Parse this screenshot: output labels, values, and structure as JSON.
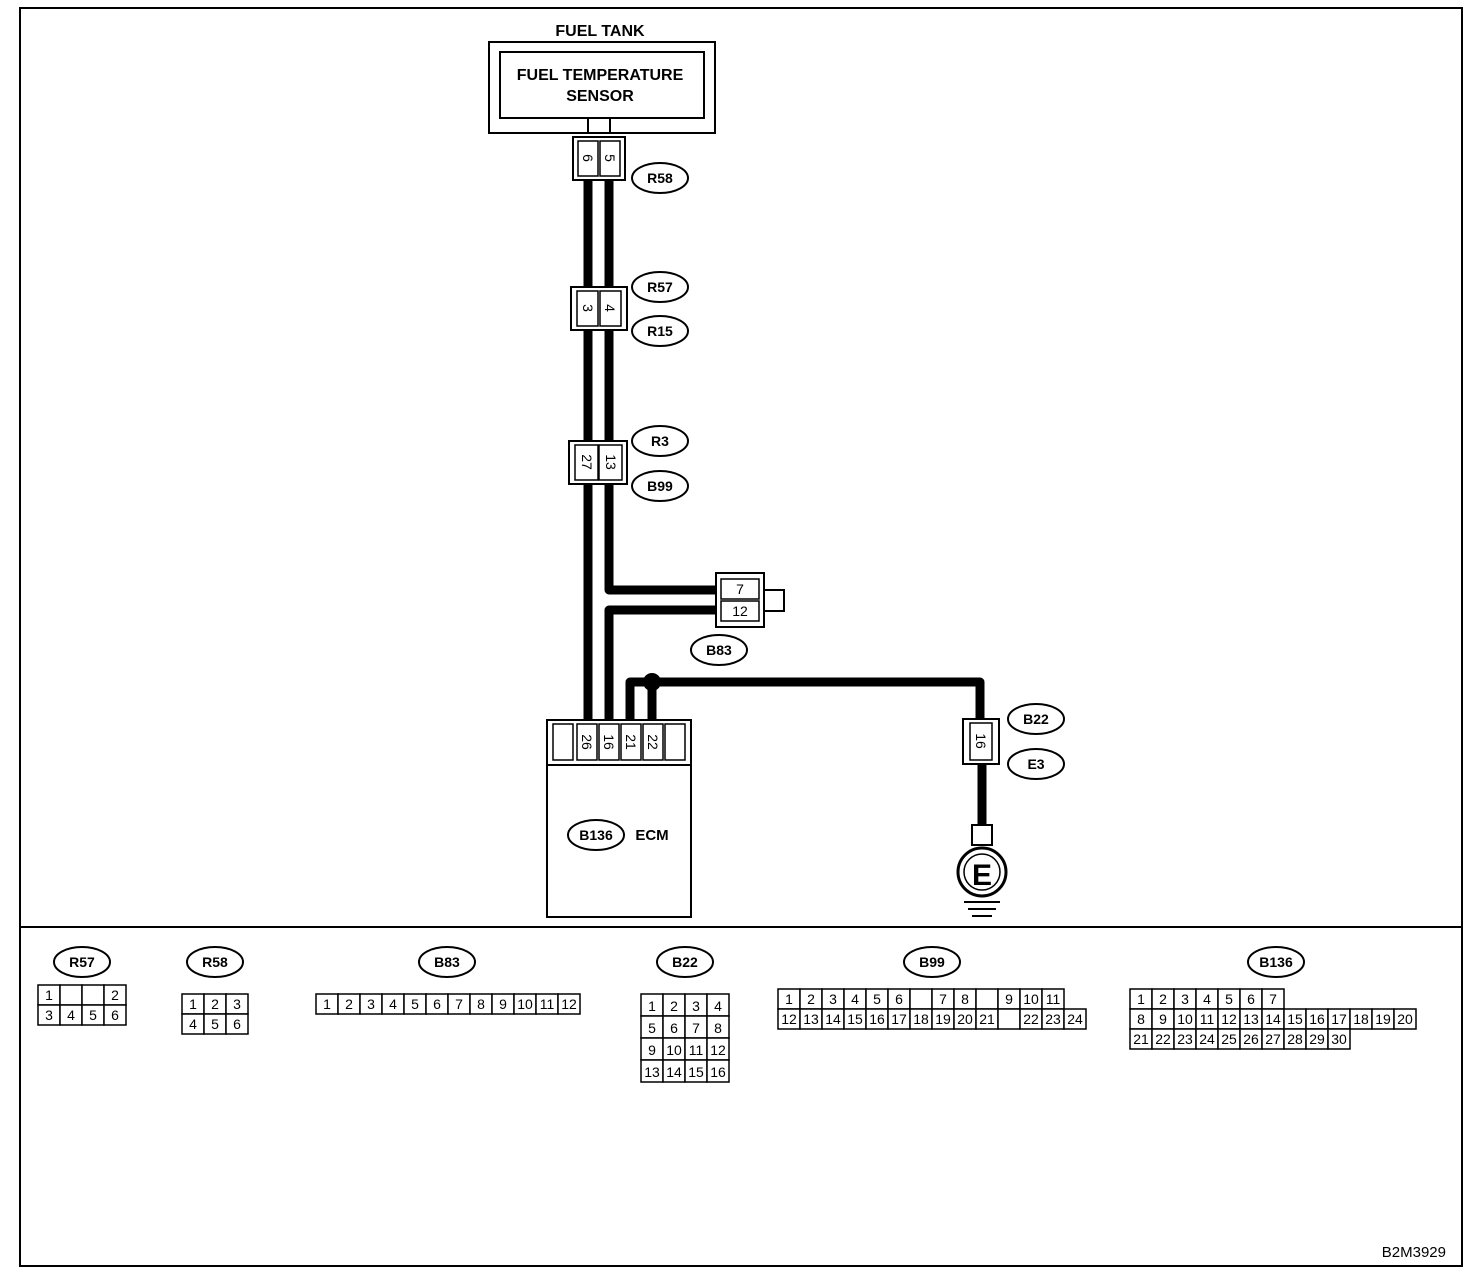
{
  "diagram": {
    "fuel_tank_label": "FUEL TANK",
    "sensor_label_line1": "FUEL TEMPERATURE",
    "sensor_label_line2": "SENSOR",
    "ecm_label": "ECM",
    "ground_label": "E",
    "figure_code": "B2M3929",
    "connector_tags": [
      "R58",
      "R57",
      "R15",
      "R3",
      "B99",
      "B83",
      "B22",
      "E3",
      "B136"
    ],
    "r58_pins": [
      "6",
      "5"
    ],
    "r57_r15_pins": [
      "3",
      "4"
    ],
    "r3_b99_pins": [
      "27",
      "13"
    ],
    "b83_pins": [
      "7",
      "12"
    ],
    "ecm_pins": [
      "26",
      "16",
      "21",
      "22"
    ],
    "b22_e3_pins": [
      "16"
    ]
  },
  "legend": [
    {
      "id": "R57",
      "rows": [
        [
          "1",
          "",
          "",
          "2"
        ],
        [
          "3",
          "4",
          "5",
          "6"
        ]
      ]
    },
    {
      "id": "R58",
      "rows": [
        [
          "1",
          "2",
          "3"
        ],
        [
          "4",
          "5",
          "6"
        ]
      ]
    },
    {
      "id": "B83",
      "rows": [
        [
          "1",
          "2",
          "3",
          "4",
          "5",
          "6",
          "7",
          "8",
          "9",
          "10",
          "11",
          "12"
        ]
      ]
    },
    {
      "id": "B22",
      "rows": [
        [
          "1",
          "2",
          "3",
          "4"
        ],
        [
          "5",
          "6",
          "7",
          "8"
        ],
        [
          "9",
          "10",
          "11",
          "12"
        ],
        [
          "13",
          "14",
          "15",
          "16"
        ]
      ]
    },
    {
      "id": "B99",
      "rows": [
        [
          "1",
          "2",
          "3",
          "4",
          "5",
          "6",
          "",
          "7",
          "8",
          "",
          "9",
          "10",
          "11"
        ],
        [
          "12",
          "13",
          "14",
          "15",
          "16",
          "17",
          "18",
          "19",
          "20",
          "21",
          "",
          "22",
          "23",
          "24"
        ]
      ]
    },
    {
      "id": "B136",
      "rows": [
        [
          "1",
          "2",
          "3",
          "4",
          "5",
          "6",
          "7"
        ],
        [
          "8",
          "9",
          "10",
          "11",
          "12",
          "13",
          "14",
          "15",
          "16",
          "17",
          "18",
          "19",
          "20"
        ],
        [
          "21",
          "22",
          "23",
          "24",
          "25",
          "26",
          "27",
          "28",
          "29",
          "30"
        ]
      ]
    }
  ]
}
